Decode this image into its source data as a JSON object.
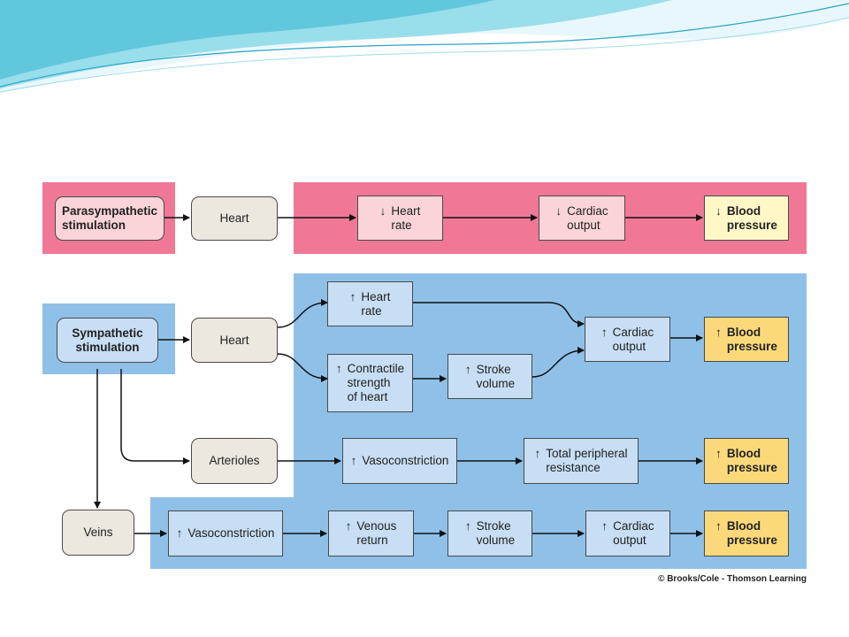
{
  "colors": {
    "pink_band": "#f07896",
    "blue_band": "#8fc0e8",
    "box_pink": "#fad4d8",
    "box_blue": "#c7def4",
    "organ_box": "#ece7df",
    "bp_light": "#fff8c6",
    "bp_gold": "#fbd97a",
    "wave_teal": "#5ac8dc"
  },
  "arrows": {
    "up": "↑",
    "down": "↓"
  },
  "parasympathetic_row": {
    "source": "Parasympathetic\nstimulation",
    "heart": "Heart",
    "heart_rate": "Heart\nrate",
    "cardiac_output": "Cardiac\noutput",
    "blood_pressure": "Blood\npressure"
  },
  "sympathetic": {
    "source": "Sympathetic\nstimulation",
    "heart": "Heart",
    "heart_rate": "Heart\nrate",
    "contractile_strength": "Contractile\nstrength\nof heart",
    "stroke_volume": "Stroke\nvolume",
    "cardiac_output": "Cardiac\noutput",
    "blood_pressure": "Blood\npressure"
  },
  "arterioles_row": {
    "arterioles": "Arterioles",
    "vasoconstriction": "Vasoconstriction",
    "tpr": "Total peripheral\nresistance",
    "blood_pressure": "Blood\npressure"
  },
  "veins_row": {
    "veins": "Veins",
    "vasoconstriction": "Vasoconstriction",
    "venous_return": "Venous\nreturn",
    "stroke_volume": "Stroke\nvolume",
    "cardiac_output": "Cardiac\noutput",
    "blood_pressure": "Blood\npressure"
  },
  "copyright": "© Brooks/Cole - Thomson Learning"
}
